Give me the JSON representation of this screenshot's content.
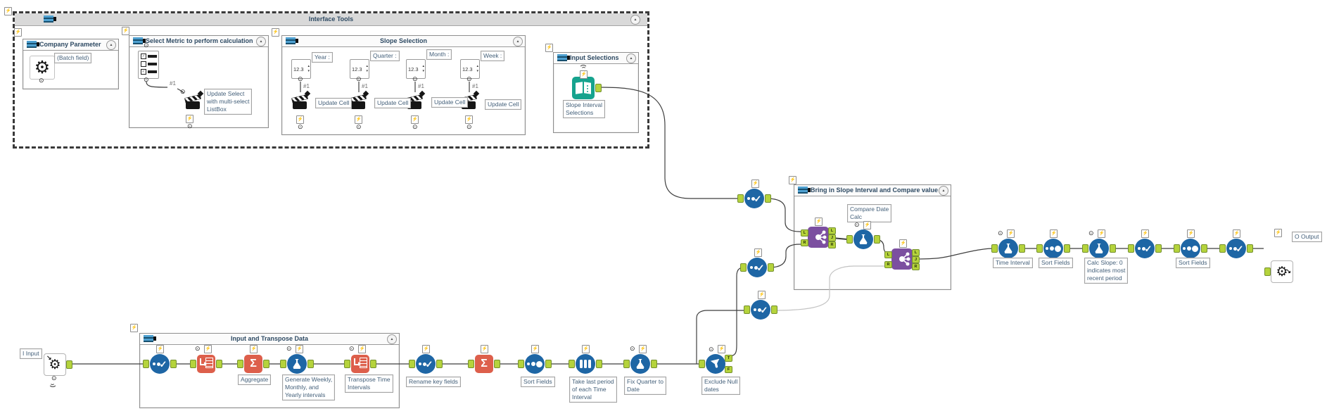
{
  "containers": {
    "interface_tools": {
      "title": "Interface Tools"
    },
    "company_parameter": {
      "title": "Company Parameter"
    },
    "select_metric": {
      "title": "Select Metric to perform calculation",
      "conn": "#1"
    },
    "slope_selection": {
      "title": "Slope Selection"
    },
    "input_selections": {
      "title": "Input Selections"
    },
    "bring_in_slope": {
      "title": "Bring in Slope Interval and Compare value"
    },
    "input_transpose": {
      "title": "Input and Transpose Data"
    }
  },
  "slope_columns": [
    {
      "label": "Year :",
      "conn": "#1",
      "action": "Update Cell"
    },
    {
      "label": "Quarter :",
      "conn": "#1",
      "action": "Update Cell"
    },
    {
      "label": "Month :",
      "conn": "#1",
      "action": "Update Cell"
    },
    {
      "label": "Week :",
      "conn": "#1",
      "action": "Update Cell"
    }
  ],
  "spinner_value": "12.3",
  "annotations": {
    "batch_field": "(Batch field)",
    "update_select": "Update Select\nwith multi-select\nListBox",
    "slope_interval_selections": "Slope Interval\nSelections",
    "compare_date_calc": "Compare Date\nCalc",
    "aggregate": "Aggregate",
    "generate_intervals": "Generate Weekly,\nMonthly, and\nYearly intervals",
    "transpose_time": "Transpose Time\nIntervals",
    "rename_key_fields": "Rename key fields",
    "sort_fields_1": "Sort Fields",
    "take_last_period": "Take last period\nof each Time\nInterval",
    "fix_quarter": "Fix Quarter to\nDate",
    "exclude_null": "Exclude Null\ndates",
    "time_interval": "Time Interval",
    "sort_fields_2": "Sort Fields",
    "calc_slope": "Calc Slope: 0\nindicates most\nrecent period",
    "sort_fields_3": "Sort Fields"
  },
  "io": {
    "input": "I Input",
    "output": "O Output"
  },
  "anchors": {
    "l": "L",
    "j": "J",
    "r": "R",
    "t": "T",
    "f": "F"
  },
  "icons": {
    "lightning": "⚡",
    "anchor_dot": "⊙",
    "check": "✓",
    "collapse": "▲",
    "spin_up": "▴",
    "spin_down": "▾",
    "sigma": "Σ",
    "gear": "⚙",
    "arrow": "↘"
  },
  "colors": {
    "tool_blue": "#1e66a5",
    "tool_orange": "#dd5f4b",
    "tool_purple": "#7c4fa0",
    "tool_teal": "#16a38e",
    "anchor_green": "#b5d33c",
    "wire": "#3f3f3f"
  }
}
